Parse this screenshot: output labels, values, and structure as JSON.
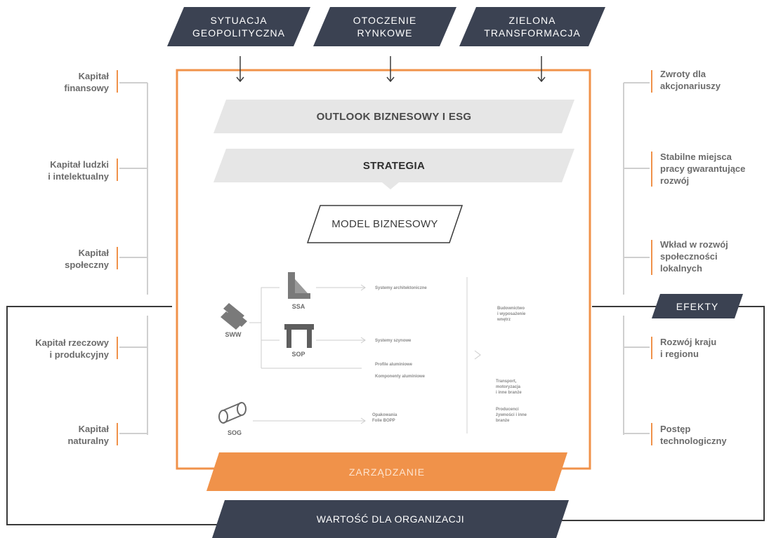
{
  "top_boxes": [
    "SYTUACJA\nGEOPOLITYCZNA",
    "OTOCZENIE\nRYNKOWE",
    "ZIELONA\nTRANSFORMACJA"
  ],
  "outlook": "OUTLOOK BIZNESOWY I ESG",
  "strategy": "STRATEGIA",
  "business_model": "MODEL BIZNESOWY",
  "management": "ZARZĄDZANIE",
  "value": "WARTOŚĆ DLA ORGANIZACJI",
  "effects": "EFEKTY",
  "left_capitals": [
    "Kapitał\nfinansowy",
    "Kapitał ludzki\ni intelektualny",
    "Kapitał\nspołeczny",
    "Kapitał rzeczowy\ni produkcyjny",
    "Kapitał\nnaturalny"
  ],
  "right_outcomes": [
    "Zwroty dla\nakcjonariuszy",
    "Stabilne miejsca\npracy gwarantujące\nrozwój",
    "Wkład w rozwój\nspołeczności\nlokalnych",
    "Rozwój kraju\ni regionu",
    "Postęp\ntechnologiczny"
  ],
  "segments": {
    "sww": "SWW",
    "ssa": "SSA",
    "sop": "SOP",
    "sog": "SOG"
  },
  "products": {
    "arch": "Systemy architektoniczne",
    "rail": "Systemy szynowe",
    "profiles": "Profile aluminiowe",
    "components": "Komponenty aluminiowe",
    "packaging": "Opakowania\nFolie BOPP"
  },
  "markets": {
    "construction": "Budownictwo\ni wyposażenie\nwnętrz",
    "transport": "Transport,\nmotoryzacja\ni inne branże",
    "food": "Producenci\nżywności i inne\nbranże"
  },
  "colors": {
    "dark": "#3b4252",
    "orange": "#f0924a",
    "light_gray": "#e3e3e3",
    "line_gray": "#cfcfcf"
  }
}
